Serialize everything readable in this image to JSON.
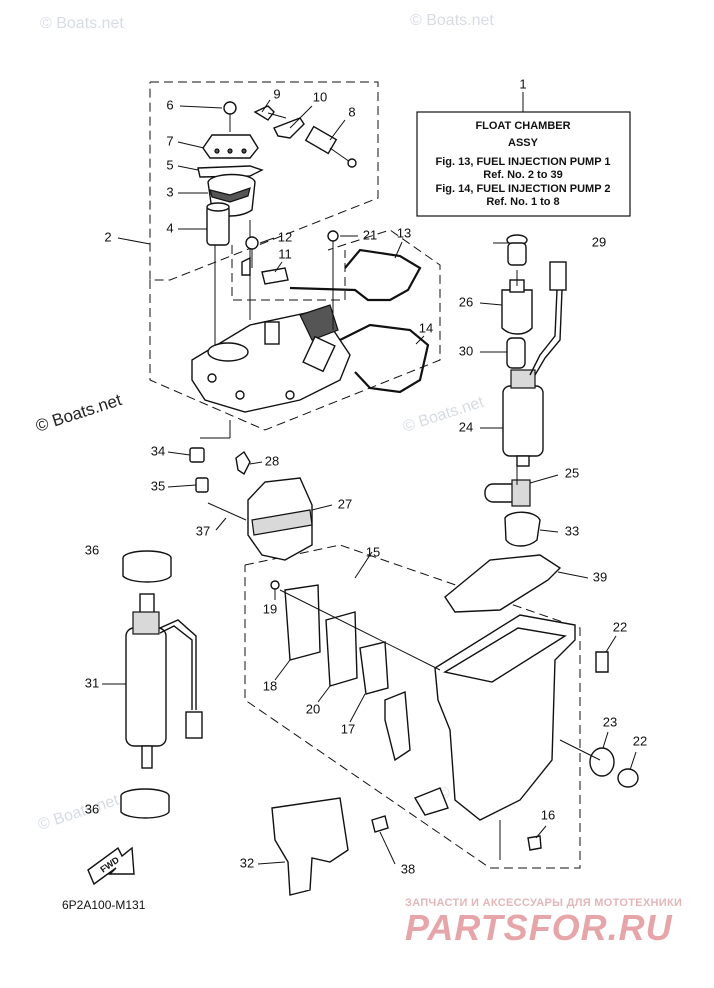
{
  "diagram": {
    "watermark": "© Boats.net",
    "watermark_faint": "© Boats.net",
    "info_box": {
      "line1": "FLOAT CHAMBER",
      "line2": "ASSY",
      "line3": "Fig. 13, FUEL INJECTION PUMP 1",
      "line4": "Ref. No. 2 to 39",
      "line5": "Fig. 14, FUEL INJECTION PUMP 2",
      "line6": "Ref. No. 1 to 8"
    },
    "drawing_code": "6P2A100-M131",
    "fwd_label": "FWD",
    "brand_subtitle": "ЗАПЧАСТИ И АКСЕССУАРЫ ДЛЯ МОТОТЕХНИКИ",
    "brand_logo": "PARTSFOR.RU",
    "callouts": {
      "c1": "1",
      "c2": "2",
      "c3": "3",
      "c4": "4",
      "c5": "5",
      "c6": "6",
      "c7": "7",
      "c8": "8",
      "c9": "9",
      "c10": "10",
      "c11": "11",
      "c12": "12",
      "c13": "13",
      "c14": "14",
      "c15": "15",
      "c16": "16",
      "c17": "17",
      "c18": "18",
      "c19": "19",
      "c20": "20",
      "c21": "21",
      "c22a": "22",
      "c22b": "22",
      "c23": "23",
      "c24": "24",
      "c25": "25",
      "c26": "26",
      "c27": "27",
      "c28": "28",
      "c29": "29",
      "c30": "30",
      "c31": "31",
      "c32": "32",
      "c33": "33",
      "c34": "34",
      "c35": "35",
      "c36a": "36",
      "c36b": "36",
      "c37": "37",
      "c38": "38",
      "c39": "39"
    }
  }
}
